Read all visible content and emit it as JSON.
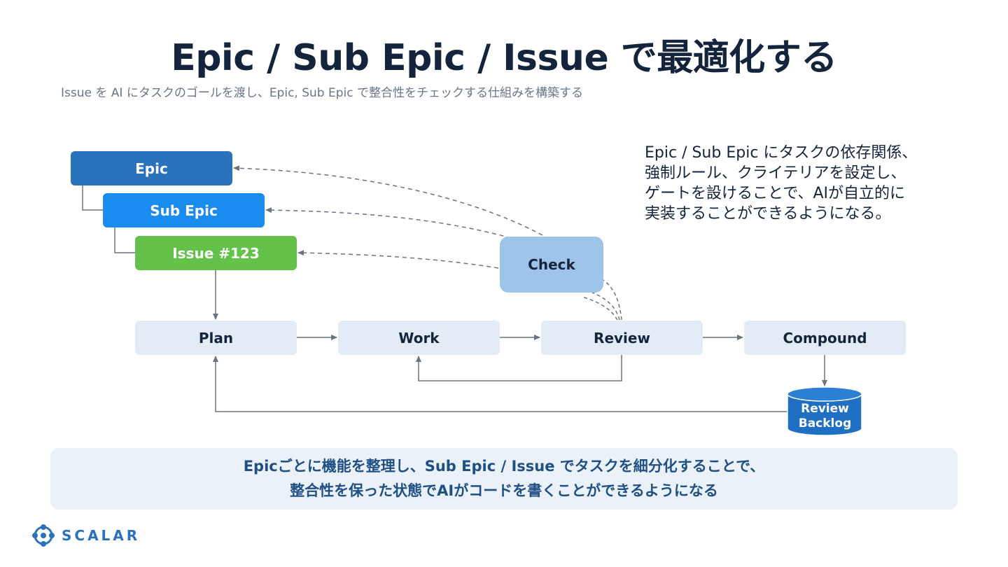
{
  "header": {
    "title": "Epic / Sub Epic / Issue で最適化する",
    "subtitle": "Issue を AI にタスクのゴールを渡し、Epic, Sub Epic で整合性をチェックする仕組みを構築する"
  },
  "hierarchy": {
    "epic": "Epic",
    "sub_epic": "Sub Epic",
    "issue": "Issue #123"
  },
  "check": "Check",
  "flow": {
    "plan": "Plan",
    "work": "Work",
    "review": "Review",
    "compound": "Compound",
    "backlog": "Review\nBacklog"
  },
  "note": "Epic / Sub Epic にタスクの依存関係、\n強制ルール、クライテリアを設定し、\nゲートを設けることで、AIが自立的に\n実装することができるようになる。",
  "summary": {
    "line1": "Epicごとに機能を整理し、Sub Epic / Issue でタスクを細分化することで、",
    "line2": "整合性を保った状態でAIがコードを書くことができるようになる"
  },
  "logo": {
    "text": "SCALAR"
  },
  "colors": {
    "epic": "#2b72bc",
    "sub_epic": "#1a8cf0",
    "issue": "#64c24a",
    "check": "#9fc4ea",
    "step": "#e3ecf6",
    "backlog": "#1f6fc2",
    "summary_bg": "#eaf1f9"
  }
}
